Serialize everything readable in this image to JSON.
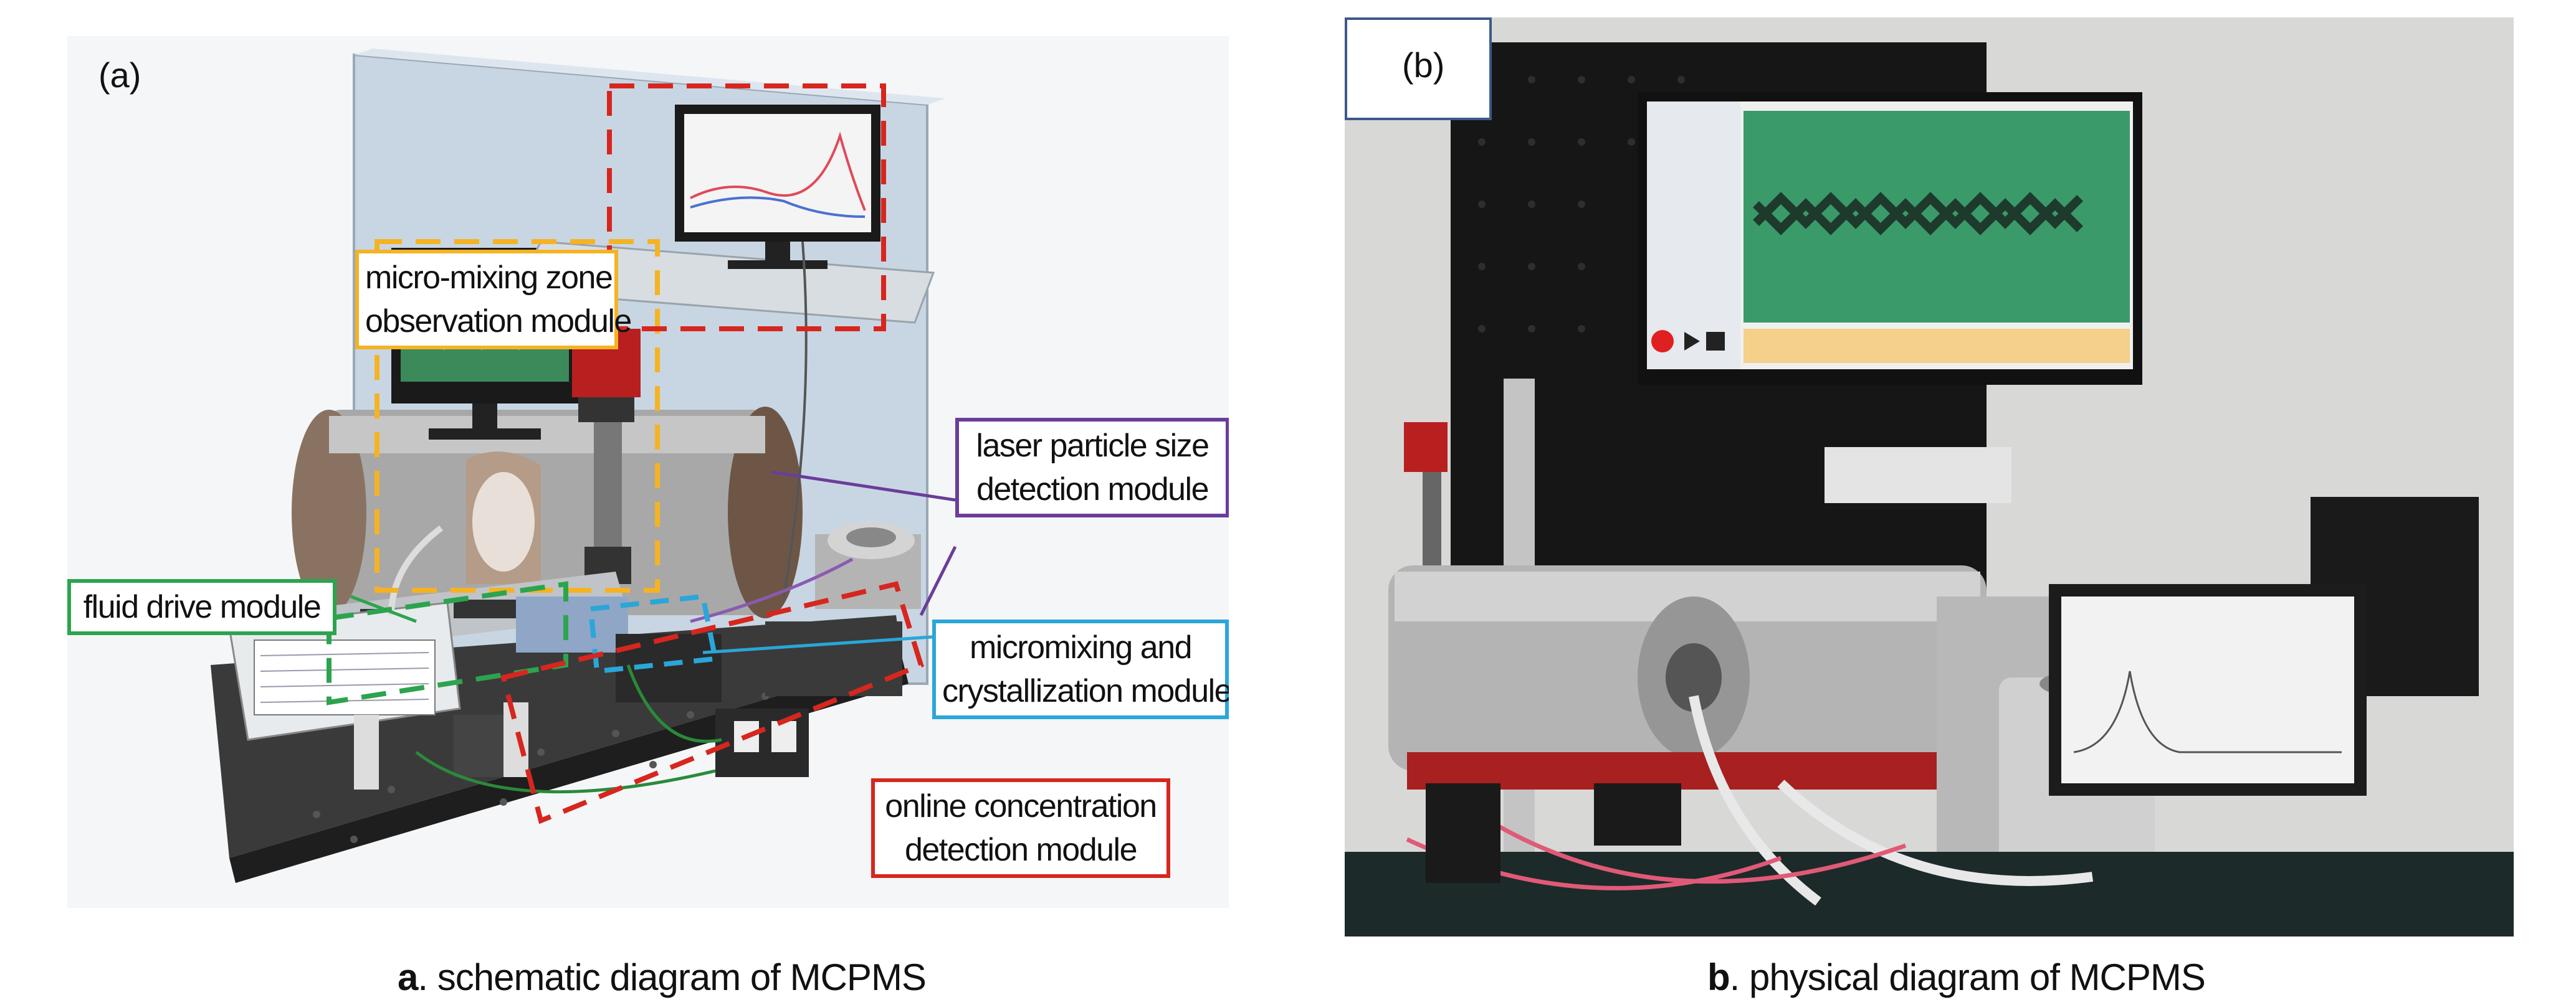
{
  "panel_a": {
    "tag": "(a)",
    "labels": {
      "observation": [
        "micro-mixing zone",
        "observation module"
      ],
      "laser": [
        "laser particle size",
        "detection module"
      ],
      "fluid": "fluid drive module",
      "micromixing": [
        "micromixing and",
        "crystallization module"
      ],
      "concentration": [
        "online concentration",
        "detection module"
      ]
    },
    "colors": {
      "observation": "#f5b323",
      "laser": "#6a3d9a",
      "fluid": "#2ca44e",
      "micromixing": "#2aa6d8",
      "concentration": "#d7261e"
    },
    "caption_letter": "a",
    "caption_text": ". schematic diagram of MCPMS"
  },
  "panel_b": {
    "tag": "(b)",
    "tag_border_color": "#3c5a88",
    "caption_letter": "b",
    "caption_text": ". physical diagram of MCPMS"
  }
}
